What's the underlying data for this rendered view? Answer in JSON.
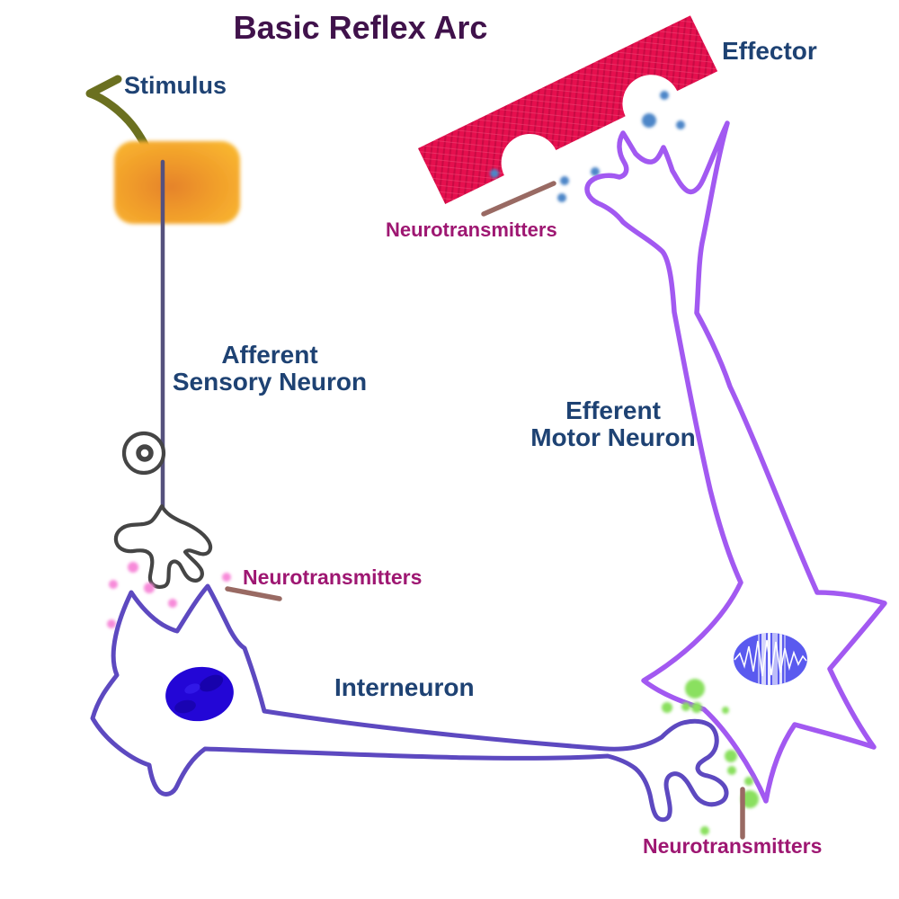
{
  "title": "Basic Reflex Arc",
  "labels": {
    "stimulus": "Stimulus",
    "effector": "Effector",
    "afferent": {
      "line1": "Afferent",
      "line2": "Sensory Neuron"
    },
    "efferent": {
      "line1": "Efferent",
      "line2": "Motor Neuron"
    },
    "interneuron": "Interneuron",
    "nt_sensory": "Neurotransmitters",
    "nt_effector": "Neurotransmitters",
    "nt_motor": "Neurotransmitters"
  },
  "colors": {
    "title-text": "#40124b",
    "label-text": "#1e4273",
    "nt-text": "#9e1772",
    "stimulus-arrow": "#6b7020",
    "receptor-edge": "#f9b42e",
    "receptor-core": "#e5832b",
    "sensory-axon": "#55517d",
    "sensory-outline": "#454545",
    "pink-dot": "#f78ad9",
    "interneuron-outline": "#5d49c0",
    "interneuron-nucleus": "#2306d6",
    "motor-outline": "#a259f1",
    "motor-nucleus": "#5a5aef",
    "green-dot": "#8ae05e",
    "blue-dot": "#4d86c8",
    "muscle-fill": "#e60f4e",
    "pointer-line": "#996a63",
    "background": "#ffffff"
  }
}
